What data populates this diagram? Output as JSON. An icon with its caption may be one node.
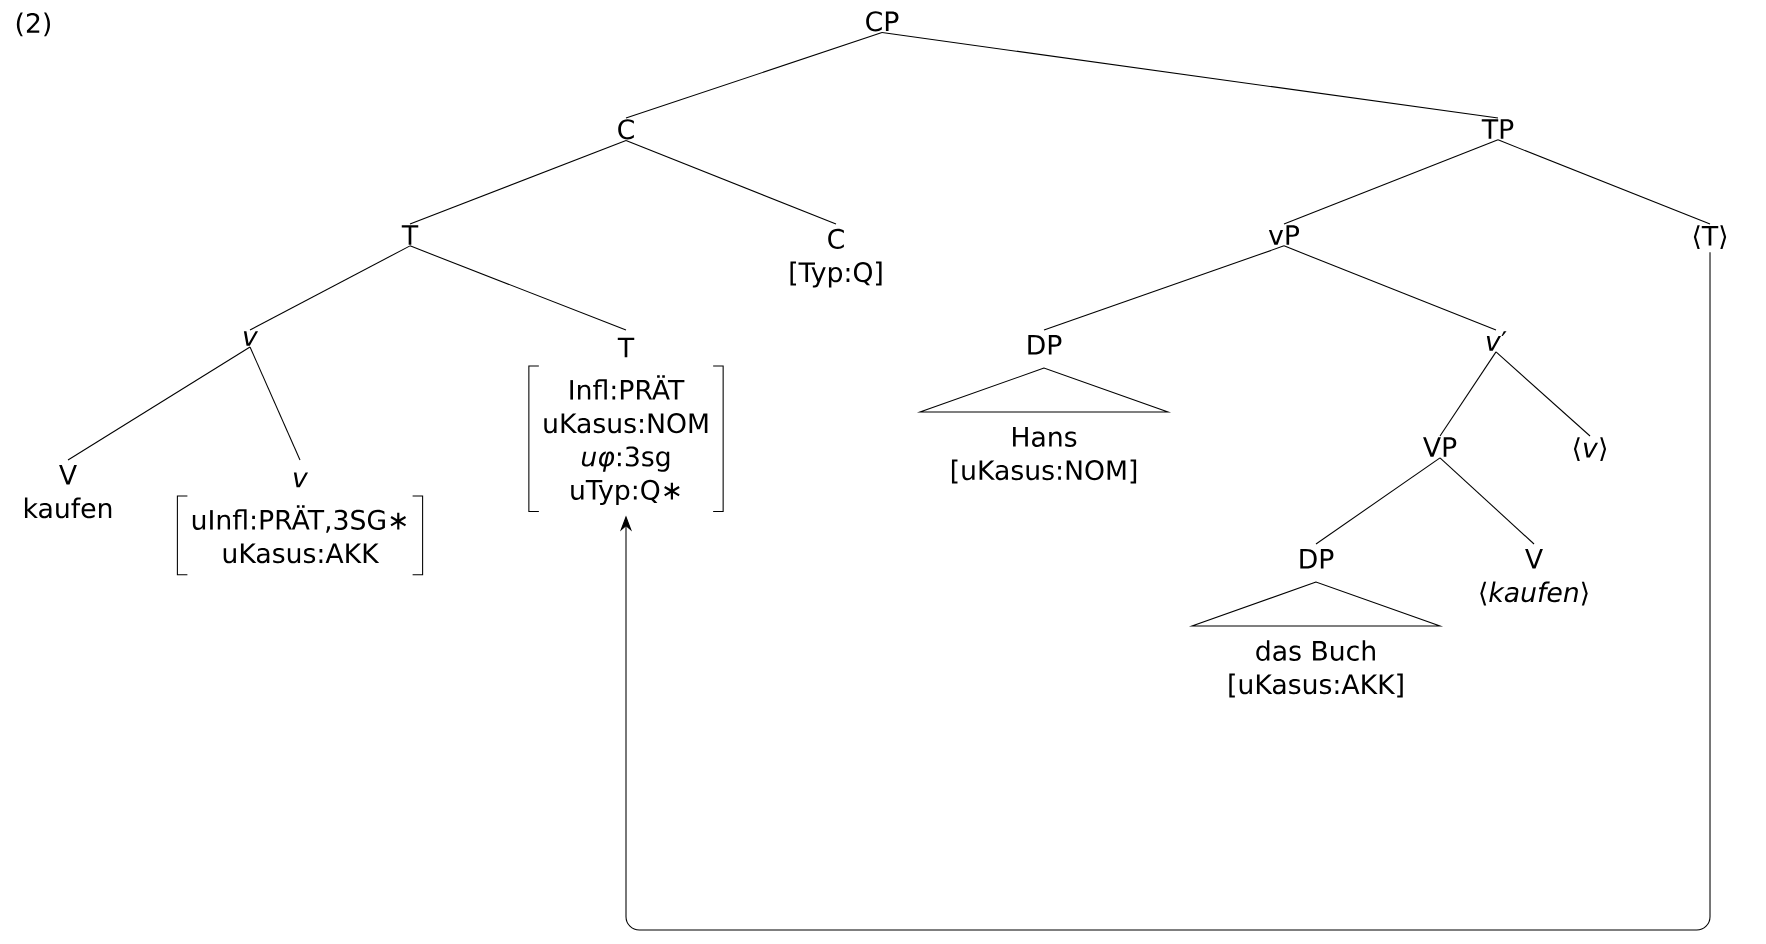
{
  "diagram": {
    "nodes": [
      {
        "text": [
          "CP"
        ]
      },
      {
        "text": [
          "C"
        ]
      },
      {
        "text": [
          "TP"
        ]
      },
      {
        "text": [
          "T"
        ]
      },
      {
        "text": [
          "C",
          "[Typ:Q]"
        ]
      },
      {
        "text": [
          "vP"
        ]
      },
      {
        "text": [
          "⟨T⟩"
        ]
      },
      {
        "text": [
          "*v*"
        ]
      },
      {
        "text": [
          "T",
          "Infl:PRÄT",
          "uKasus:NOM",
          "*uφ*:3sg",
          "uTyp:Q∗"
        ]
      },
      {
        "text": [
          "DP",
          "Hans",
          "[uKasus:NOM]"
        ]
      },
      {
        "text": [
          "*v*′"
        ]
      },
      {
        "text": [
          "V",
          "kaufen"
        ]
      },
      {
        "text": [
          "*v*",
          "uInfl:PRÄT,3SG∗",
          "uKasus:AKK"
        ]
      },
      {
        "text": [
          "VP"
        ]
      },
      {
        "text": [
          "⟨*v*⟩"
        ]
      },
      {
        "text": [
          "DP",
          "das Buch",
          "[uKasus:AKK]"
        ]
      },
      {
        "text": [
          "V",
          "⟨*kaufen*⟩"
        ]
      }
    ],
    "edges": [
      {
        "from": 0,
        "to": 1,
        "arrow": "none"
      },
      {
        "from": 0,
        "to": 2,
        "arrow": "none"
      },
      {
        "from": 1,
        "to": 3,
        "arrow": "none"
      },
      {
        "from": 1,
        "to": 4,
        "arrow": "none"
      },
      {
        "from": 2,
        "to": 5,
        "arrow": "none"
      },
      {
        "from": 2,
        "to": 6,
        "arrow": "none"
      },
      {
        "from": 3,
        "to": 7,
        "arrow": "none"
      },
      {
        "from": 3,
        "to": 8,
        "arrow": "none"
      },
      {
        "from": 5,
        "to": 9,
        "arrow": "none"
      },
      {
        "from": 5,
        "to": 10,
        "arrow": "none"
      },
      {
        "from": 7,
        "to": 11,
        "arrow": "none"
      },
      {
        "from": 7,
        "to": 12,
        "arrow": "none"
      },
      {
        "from": 10,
        "to": 13,
        "arrow": "none"
      },
      {
        "from": 10,
        "to": 14,
        "arrow": "none"
      },
      {
        "from": 13,
        "to": 15,
        "arrow": "none"
      },
      {
        "from": 13,
        "to": 16,
        "arrow": "none"
      },
      {
        "from": 6,
        "to": 8,
        "arrow": "to"
      }
    ],
    "labels": [
      "(2)"
    ]
  }
}
